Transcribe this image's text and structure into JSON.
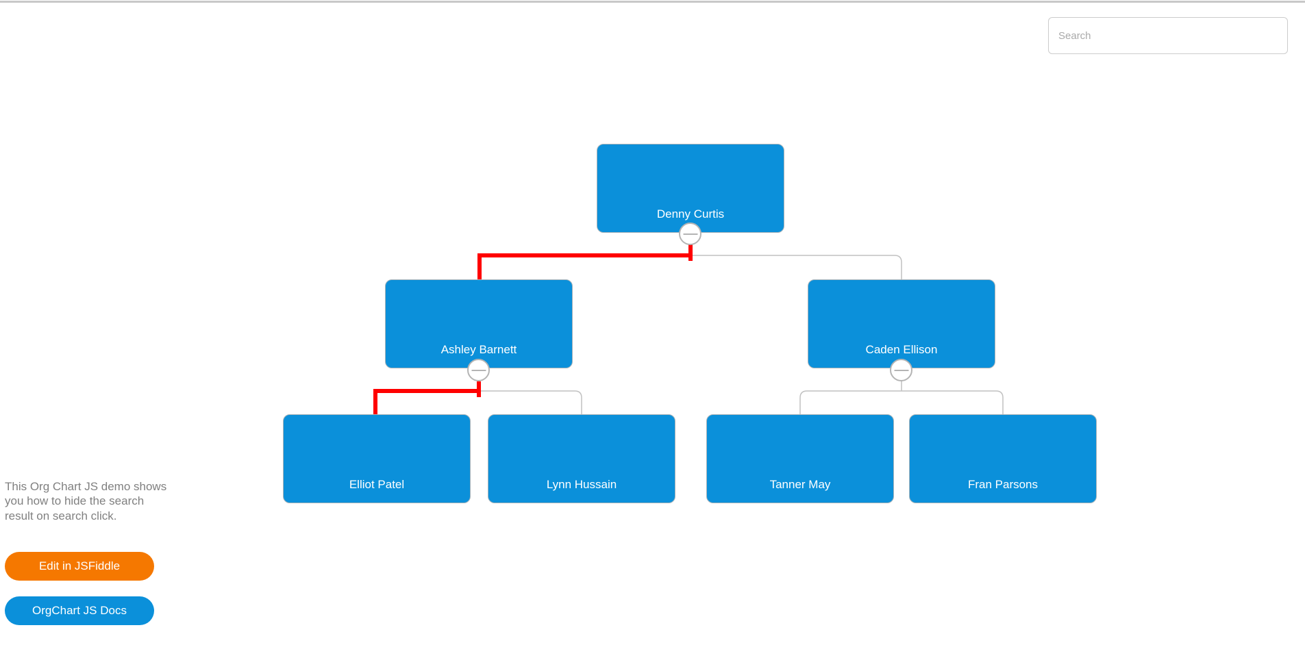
{
  "page": {
    "top_border_color": "#c8c8c8"
  },
  "search": {
    "placeholder": "Search"
  },
  "org_chart": {
    "type": "org-tree",
    "node_color": "#0b90da",
    "highlight_color": "#ff0000",
    "connector_color": "#c1c1c1",
    "nodes": [
      {
        "name": "Denny Curtis",
        "level": 1,
        "parent": null,
        "collapsed": false
      },
      {
        "name": "Ashley Barnett",
        "level": 2,
        "parent": "Denny Curtis",
        "collapsed": false
      },
      {
        "name": "Caden Ellison",
        "level": 2,
        "parent": "Denny Curtis",
        "collapsed": false
      },
      {
        "name": "Elliot Patel",
        "level": 3,
        "parent": "Ashley Barnett"
      },
      {
        "name": "Lynn Hussain",
        "level": 3,
        "parent": "Ashley Barnett"
      },
      {
        "name": "Tanner May",
        "level": 3,
        "parent": "Caden Ellison"
      },
      {
        "name": "Fran Parsons",
        "level": 3,
        "parent": "Caden Ellison"
      }
    ],
    "highlighted_path": [
      "Denny Curtis",
      "Ashley Barnett",
      "Elliot Patel"
    ],
    "toggle_glyph": "minus"
  },
  "info_panel": {
    "description": "This Org Chart JS demo shows you how to hide the search result on search click.",
    "buttons": [
      {
        "label": "Edit in JSFiddle",
        "color": "#f57800"
      },
      {
        "label": "OrgChart JS Docs",
        "color": "#0b90da"
      }
    ]
  }
}
